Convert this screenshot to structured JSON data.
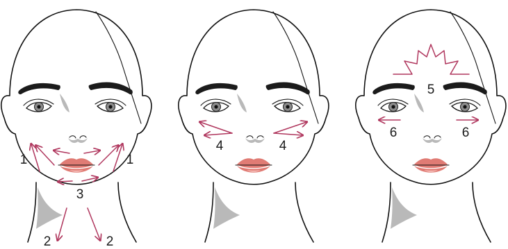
{
  "colors": {
    "arrow": "#b0375e",
    "lips": "#e07b74",
    "shadow": "#b9b9b9",
    "outline": "#111111"
  },
  "panels": [
    {
      "name": "panel-jaw-neck",
      "labels": [
        "1",
        "1",
        "2",
        "2",
        "3"
      ]
    },
    {
      "name": "panel-cheeks",
      "labels": [
        "4",
        "4"
      ]
    },
    {
      "name": "panel-forehead-eyes",
      "labels": [
        "5",
        "6",
        "6"
      ]
    }
  ]
}
